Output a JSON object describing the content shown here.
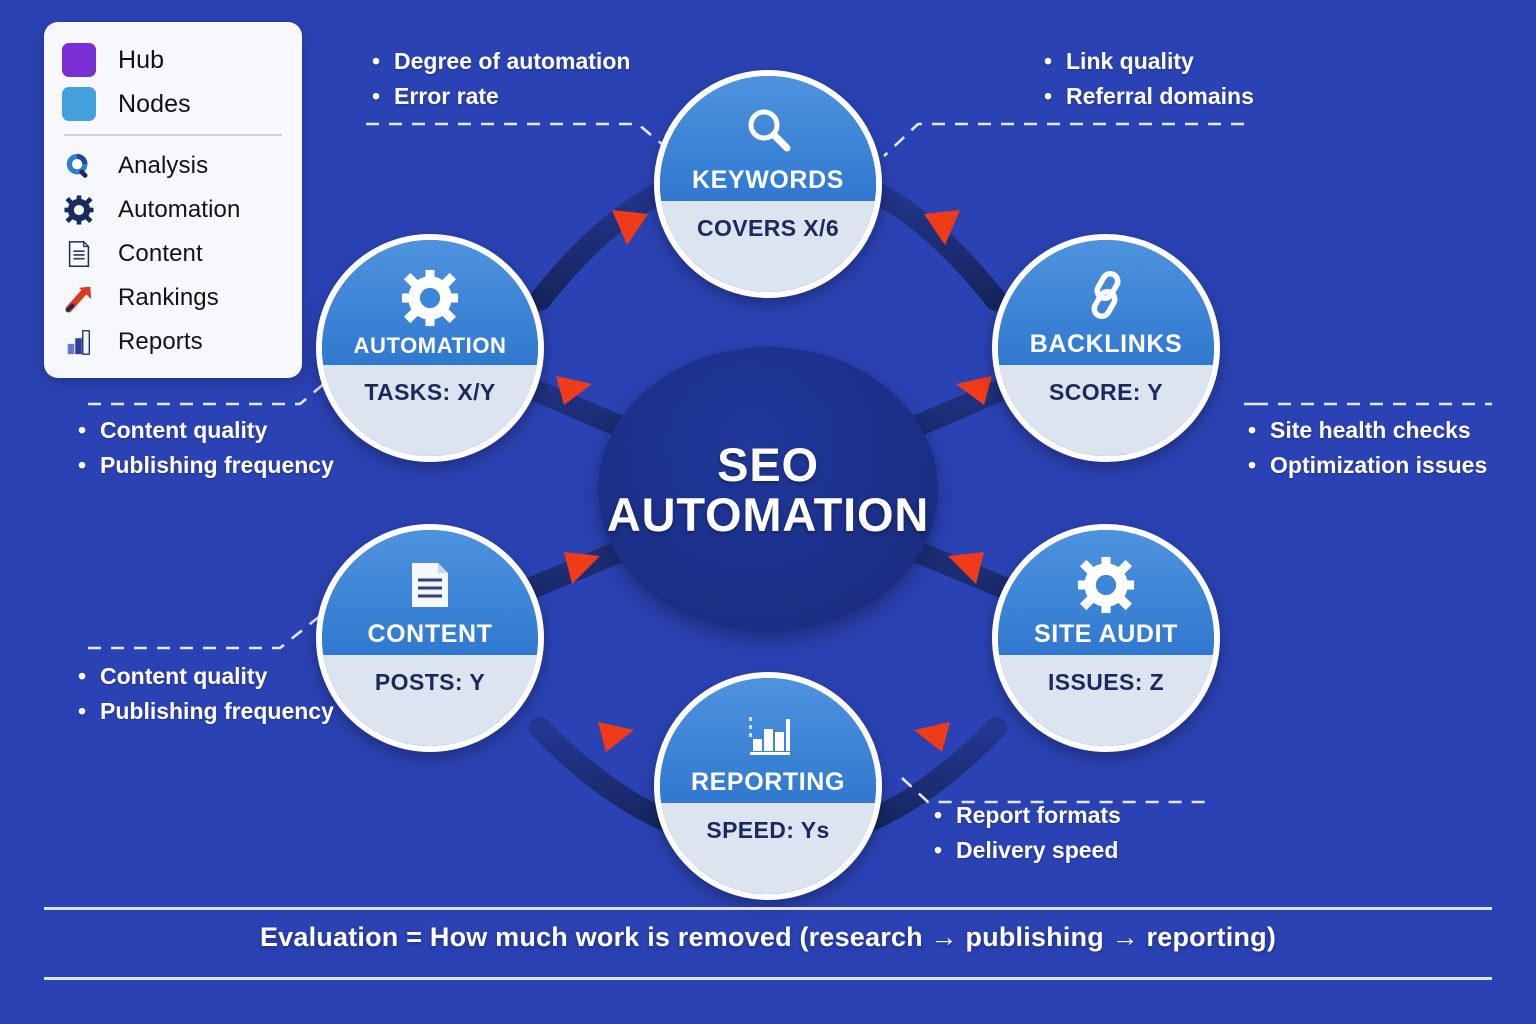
{
  "theme": {
    "background": "#2B42B4",
    "hub_fill": "#1A2E84",
    "node_top": "#3079D0",
    "node_bottom": "#DCE4EF",
    "node_text": "#1B2A5E",
    "edge": "#1B2A6B",
    "arrow": "#F03B18",
    "legend_bg": "#F7F8FC",
    "hub_swatch": "#7A2FD4",
    "nodes_swatch": "#43A0DC"
  },
  "legend": {
    "swatches": [
      {
        "label": "Hub",
        "color": "#7A2FD4",
        "icon": "purple-square"
      },
      {
        "label": "Nodes",
        "color": "#43A0DC",
        "icon": "blue-square"
      }
    ],
    "items": [
      {
        "label": "Analysis",
        "icon": "magnifier-icon"
      },
      {
        "label": "Automation",
        "icon": "gear-icon"
      },
      {
        "label": "Content",
        "icon": "document-icon"
      },
      {
        "label": "Rankings",
        "icon": "up-arrow-icon"
      },
      {
        "label": "Reports",
        "icon": "bar-chart-icon"
      }
    ]
  },
  "hub": {
    "line1": "SEO",
    "line2": "AUTOMATION"
  },
  "nodes": [
    {
      "id": "keywords",
      "title": "KEYWORDS",
      "metric": "COVERS X/6",
      "icon": "magnifier-icon"
    },
    {
      "id": "backlinks",
      "title": "BACKLINKS",
      "metric": "SCORE: Y",
      "icon": "link-icon"
    },
    {
      "id": "site-audit",
      "title": "SITE AUDIT",
      "metric": "ISSUES: Z",
      "icon": "gear-icon"
    },
    {
      "id": "reporting",
      "title": "REPORTING",
      "metric": "SPEED: Ys",
      "icon": "bar-chart-icon"
    },
    {
      "id": "content",
      "title": "CONTENT",
      "metric": "POSTS: Y",
      "icon": "document-icon"
    },
    {
      "id": "automation",
      "title": "AUTOMATION",
      "metric": "TASKS: X/Y",
      "icon": "gear-icon"
    }
  ],
  "callouts": [
    {
      "id": "keywords-callout",
      "items": [
        "Degree of automation",
        "Error rate"
      ]
    },
    {
      "id": "backlinks-callout",
      "items": [
        "Link quality",
        "Referral domains"
      ]
    },
    {
      "id": "site-audit-callout",
      "items": [
        "Site health checks",
        "Optimization issues"
      ]
    },
    {
      "id": "reporting-callout",
      "items": [
        "Report formats",
        "Delivery speed"
      ]
    },
    {
      "id": "content-callout",
      "items": [
        "Content quality",
        "Publishing frequency"
      ]
    },
    {
      "id": "automation-callout",
      "items": [
        "Content quality",
        "Publishing frequency"
      ]
    }
  ],
  "footer": {
    "text": "Evaluation = How much work is removed (research → publishing  → reporting)"
  }
}
